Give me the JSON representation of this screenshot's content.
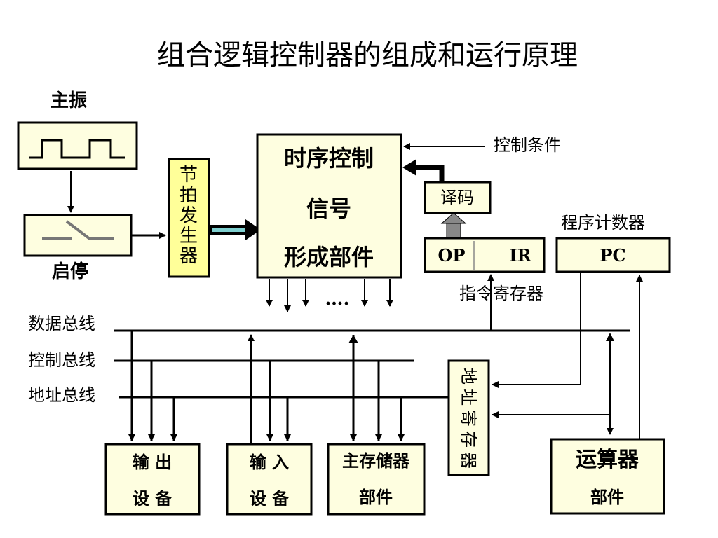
{
  "title": "组合逻辑控制器的组成和运行原理",
  "clock": {
    "label": "主振"
  },
  "switch": {
    "label": "启停"
  },
  "beat_generator": {
    "label": [
      "节",
      "拍",
      "发",
      "生",
      "器"
    ]
  },
  "timing_unit": {
    "lines": [
      "时序控制",
      "信号",
      "形成部件"
    ],
    "ellipsis": "…."
  },
  "control_condition": {
    "label": "控制条件"
  },
  "decoder": {
    "label": "译码"
  },
  "instruction_register": {
    "op": "OP",
    "ir": "IR",
    "label": "指令寄存器"
  },
  "program_counter": {
    "text": "PC",
    "label": "程序计数器"
  },
  "buses": {
    "data": "数据总线",
    "control": "控制总线",
    "address": "地址总线"
  },
  "address_register": {
    "label": [
      "地",
      "址",
      "寄",
      "存",
      "器"
    ]
  },
  "output_device": {
    "line1": "输 出",
    "line2": "设 备"
  },
  "input_device": {
    "line1": "输 入",
    "line2": "设 备"
  },
  "main_memory": {
    "line1": "主存储器",
    "line2": "部件"
  },
  "alu": {
    "line1": "运算器",
    "line2": "部件"
  },
  "colors": {
    "box_fill": "#fefee0",
    "beat_fill": "#ffff99",
    "decoder_arrow": "#888888",
    "hollow_arrow": "#7ecfcf"
  }
}
